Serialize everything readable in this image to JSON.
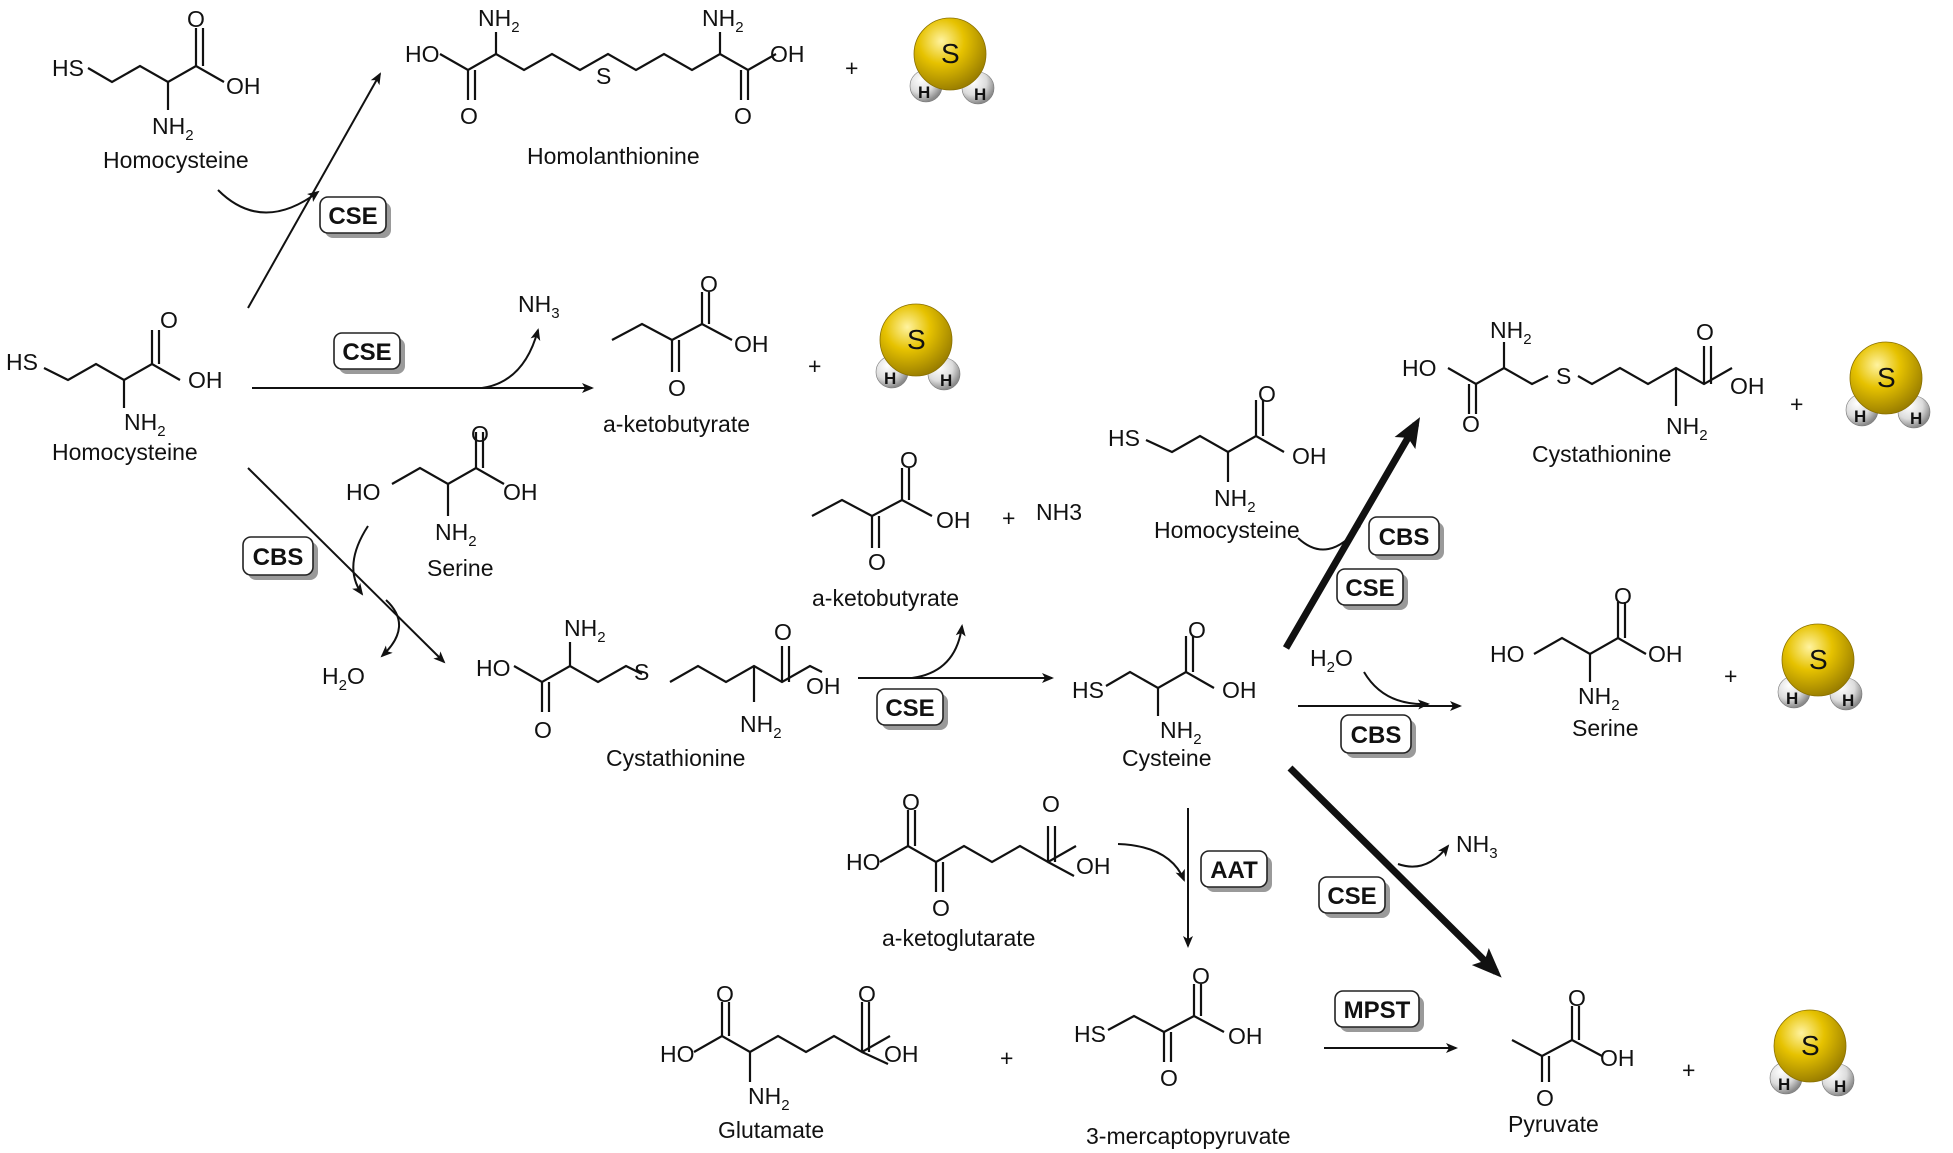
{
  "compounds": {
    "homocysteine": "Homocysteine",
    "homolanthionine": "Homolanthionine",
    "ketobutyrate": "a-ketobutyrate",
    "serine": "Serine",
    "cystathionine": "Cystathionine",
    "cysteine": "Cysteine",
    "ketoglutarate": "a-ketoglutarate",
    "glutamate": "Glutamate",
    "mercaptopyruvate": "3-mercaptopyruvate",
    "pyruvate": "Pyruvate"
  },
  "enzymes": {
    "cse": "CSE",
    "cbs": "CBS",
    "aat": "AAT",
    "mpst": "MPST"
  },
  "atoms": {
    "sh": "HS",
    "oh": "OH",
    "ho": "HO",
    "o": "O",
    "s": "S",
    "nh": "NH",
    "h2o": "H",
    "h": "H",
    "two": "2",
    "three": "3",
    "nh3_bold": "NH3",
    "plus": "+"
  },
  "colors": {
    "sulfur": "#e6c200",
    "hydrogen": "#e6e6e6",
    "line": "#111111"
  }
}
